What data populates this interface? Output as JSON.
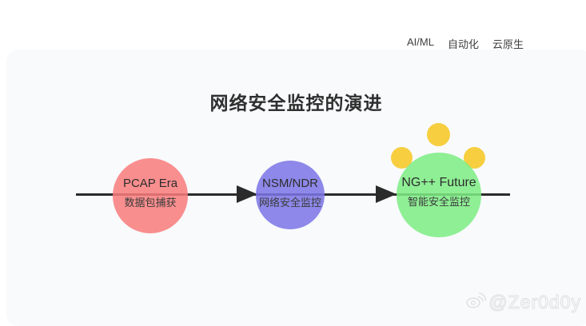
{
  "title": "网络安全监控的演进",
  "header": {
    "tags": [
      "AI/ML",
      "自动化",
      "云原生"
    ]
  },
  "stages": [
    {
      "name": "PCAP Era",
      "subtitle": "数据包捕获",
      "color": "#F97C7C"
    },
    {
      "name": "NSM/NDR",
      "subtitle": "网络安全监控",
      "color": "#7C74E5"
    },
    {
      "name": "NG++ Future",
      "subtitle": "智能安全监控",
      "color": "#7EEC83"
    }
  ],
  "decoration": {
    "dot_color": "#F7CE3F",
    "line_color": "#2B2B2B",
    "card_bg": "#F8FAFC"
  },
  "watermark": {
    "handle": "@Zer0d0y"
  }
}
